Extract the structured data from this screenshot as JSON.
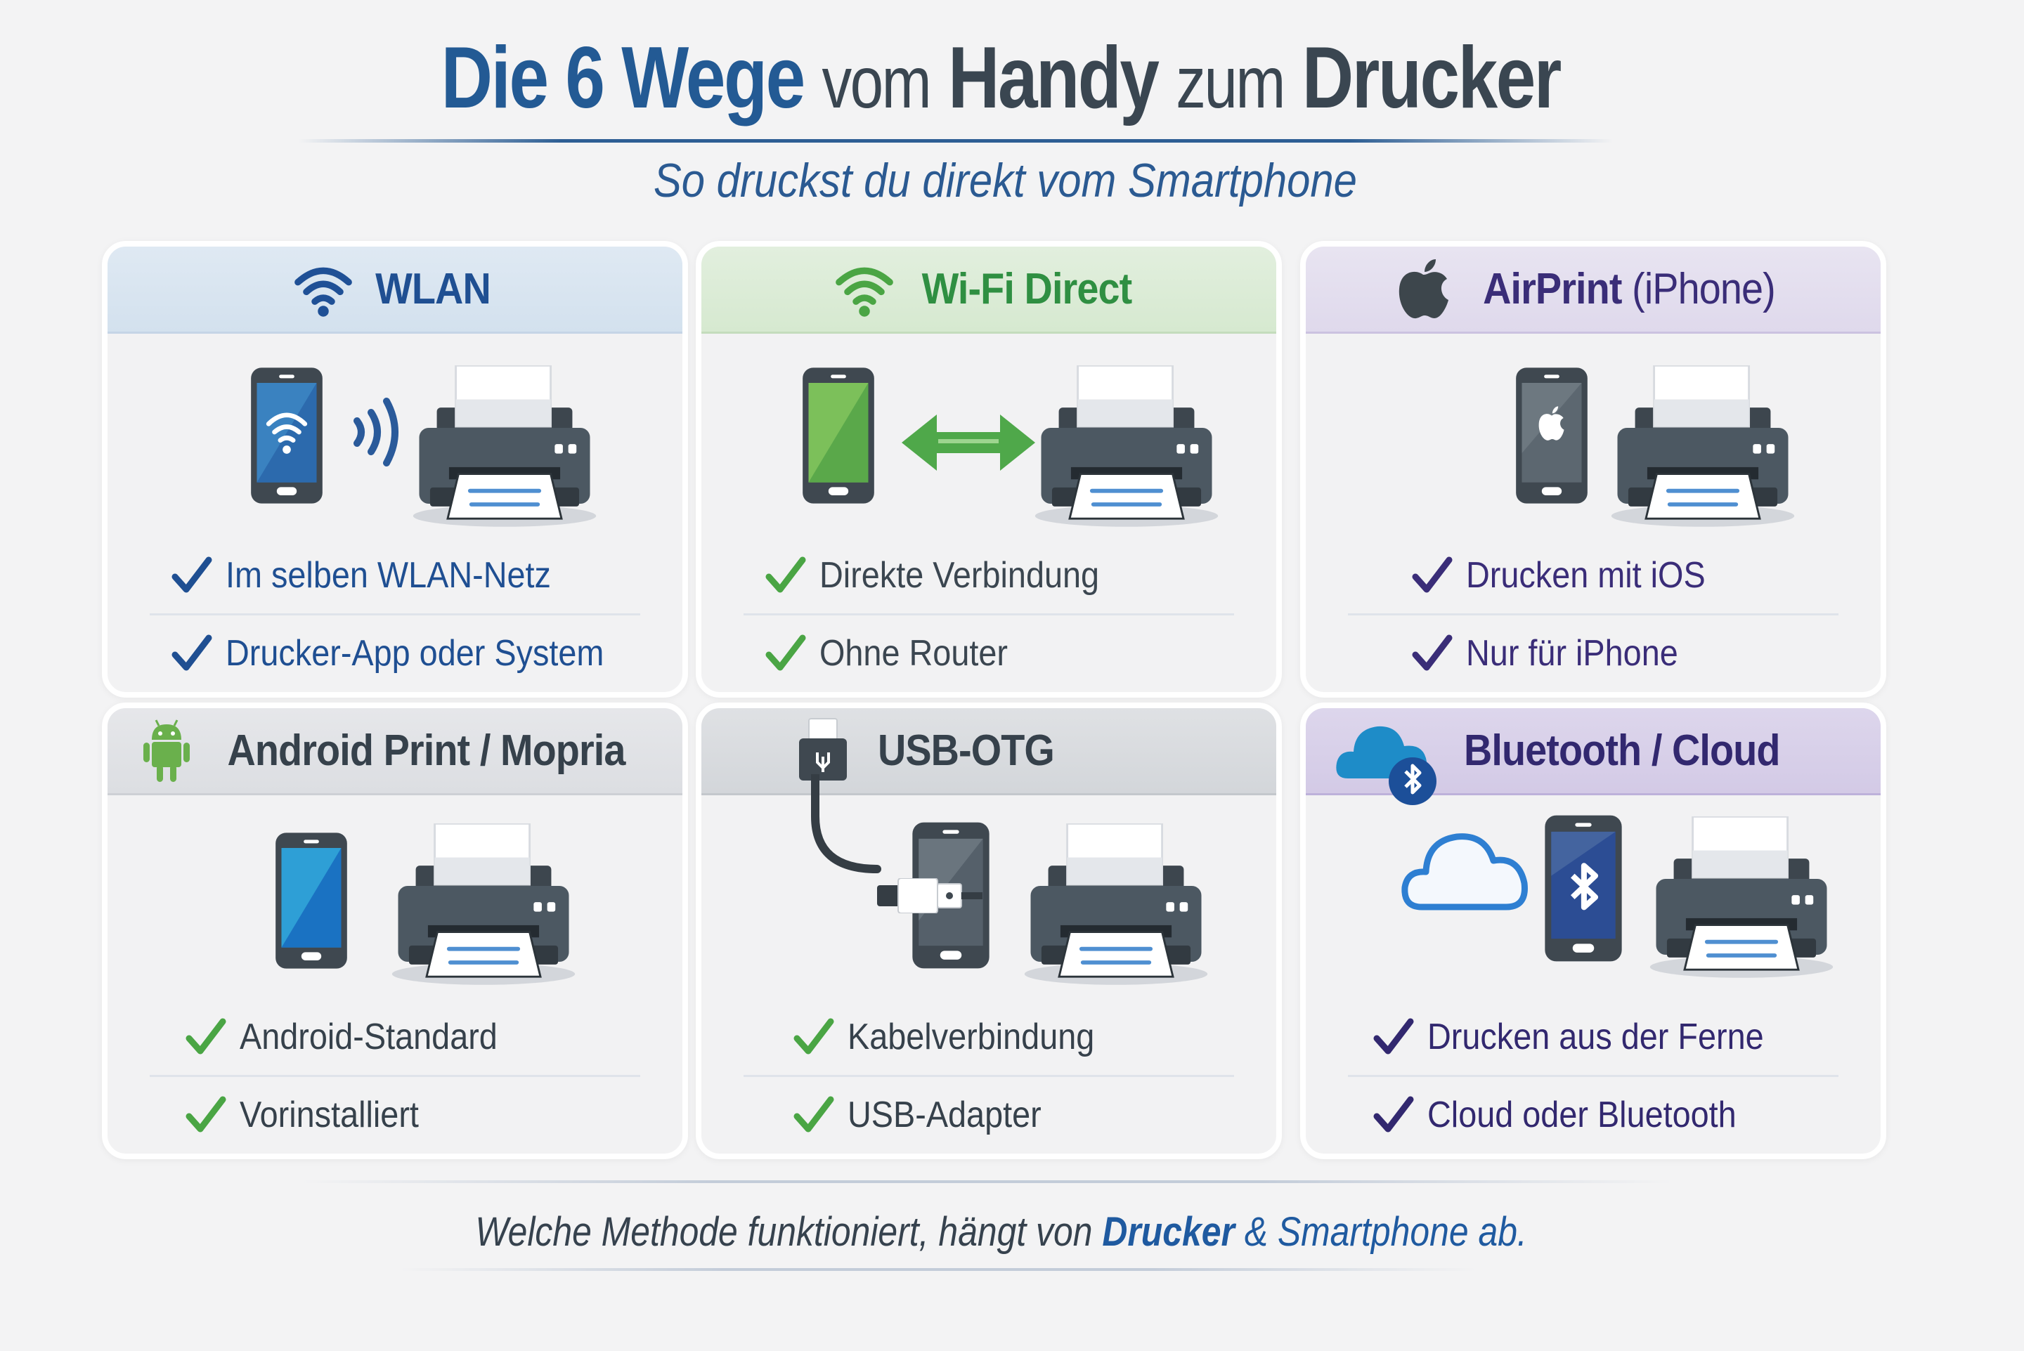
{
  "header": {
    "title_part1": "Die 6 Wege",
    "title_part2": "vom",
    "title_part3": "Handy",
    "title_part4": "zum",
    "title_part5": "Drucker",
    "subtitle": "So druckst du direkt vom Smartphone"
  },
  "colors": {
    "background": "#f3f3f4",
    "title_blue": "#235a94",
    "title_dark": "#3a4651",
    "device_dark": "#454f58",
    "wlan_header_bg": "#d9e5f0",
    "wlan_accent": "#1e4f94",
    "wifi_direct_header_bg": "#dcecd7",
    "wifi_direct_accent": "#3a9a48",
    "airprint_header_bg": "#e3deee",
    "airprint_accent": "#3d2f7a",
    "android_header_bg": "#e0e2e5",
    "android_accent": "#6ab04c",
    "usb_header_bg": "#d8dadd",
    "bluetooth_header_bg": "#d6cfe8",
    "bluetooth_accent": "#33286f"
  },
  "cards": [
    {
      "id": "wlan",
      "title": "WLAN",
      "icon": "wifi-icon",
      "illustration": "phone-with-wifi-signal-and-printer",
      "bullets": [
        "Im selben WLAN-Netz",
        "Drucker-App oder System"
      ]
    },
    {
      "id": "wifi-direct",
      "title": "Wi-Fi Direct",
      "icon": "wifi-icon",
      "illustration": "phone-double-arrow-printer",
      "bullets": [
        "Direkte Verbindung",
        "Ohne Router"
      ]
    },
    {
      "id": "airprint",
      "title": "AirPrint",
      "title_suffix": "(iPhone)",
      "icon": "apple-icon",
      "illustration": "iphone-and-printer",
      "bullets": [
        "Drucken mit iOS",
        "Nur für iPhone"
      ]
    },
    {
      "id": "android",
      "title": "Android Print / Mopria",
      "icon": "android-icon",
      "illustration": "android-phone-and-printer",
      "bullets": [
        "Android-Standard",
        "Vorinstalliert"
      ]
    },
    {
      "id": "usb-otg",
      "title": "USB-OTG",
      "icon": "usb-icon",
      "illustration": "phone-usb-cable-printer",
      "bullets": [
        "Kabelverbindung",
        "USB-Adapter"
      ]
    },
    {
      "id": "bluetooth-cloud",
      "title": "Bluetooth / Cloud",
      "icon": "cloud-bluetooth-icon",
      "illustration": "cloud-bluetooth-phone-printer",
      "bullets": [
        "Drucken aus der Ferne",
        "Cloud oder Bluetooth"
      ]
    }
  ],
  "footer": {
    "text_plain": "Welche Methode funktioniert, hängt von ",
    "text_bold": "Drucker",
    "text_amp": " & Smartphone ab."
  }
}
